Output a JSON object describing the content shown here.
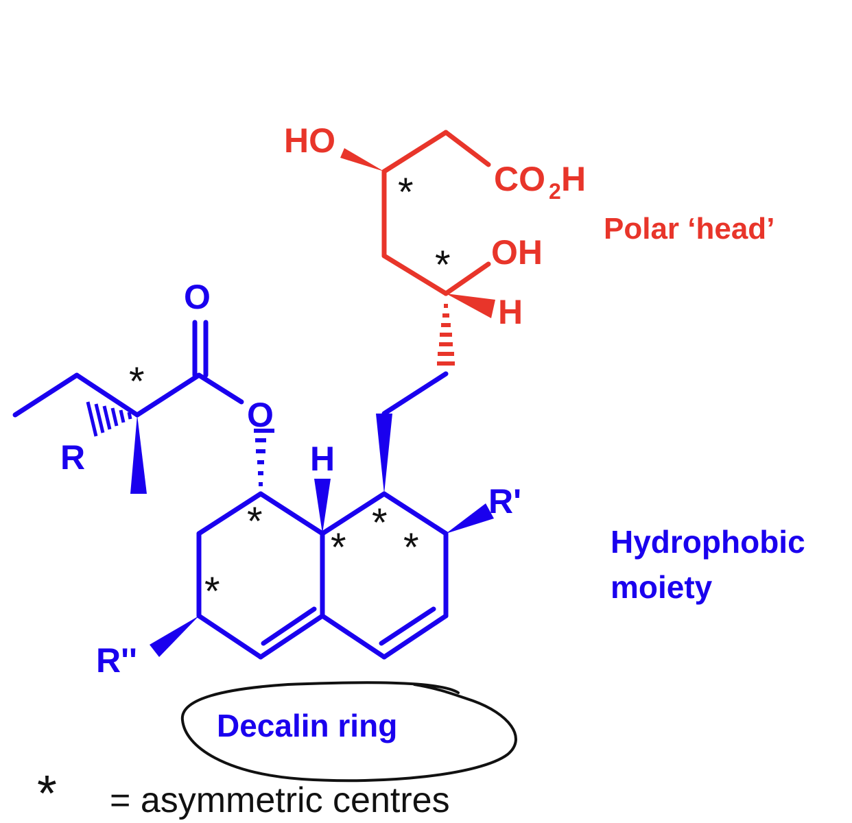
{
  "colors": {
    "polar": "#e8352a",
    "hydrophobic": "#1a00ee",
    "ink": "#111111"
  },
  "atoms": {
    "ho_top": "HO",
    "co2h_c": "CO",
    "co2h_sub": "2",
    "co2h_h": "H",
    "oh": "OH",
    "h_red": "H",
    "o_carbonyl": "O",
    "o_ester": "O",
    "r_label": "R",
    "h_blue": "H",
    "r_prime": "R'",
    "r_dprime": "R''"
  },
  "asterisk": "*",
  "labels": {
    "polar_head": "Polar ‘head’",
    "hydrophobic_line1": "Hydrophobic",
    "hydrophobic_line2": "moiety",
    "decalin": "Decalin ring"
  },
  "legend": {
    "symbol": "*",
    "text": "= asymmetric centres"
  }
}
